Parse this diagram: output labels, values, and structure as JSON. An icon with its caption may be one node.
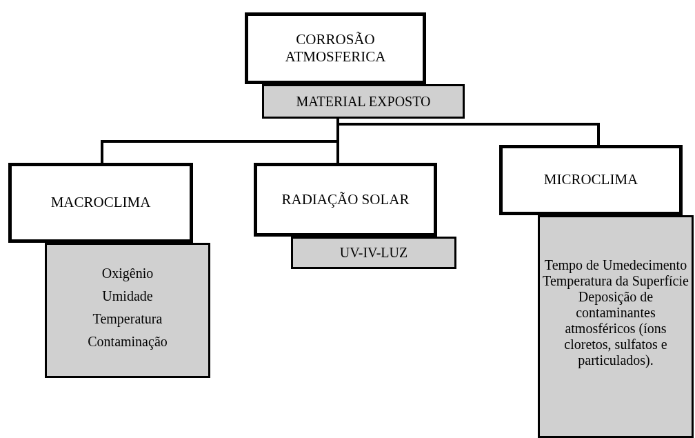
{
  "diagram": {
    "nodes": [
      {
        "text": [
          "CORROSÃO ATMOSFERICA"
        ]
      },
      {
        "text": [
          "MATERIAL EXPOSTO"
        ]
      },
      {
        "text": [
          "MACROCLIMA"
        ]
      },
      {
        "text": [
          "Oxigênio",
          "Umidade",
          "Temperatura",
          "Contaminação"
        ]
      },
      {
        "text": [
          "RADIAÇÃO SOLAR"
        ]
      },
      {
        "text": [
          "UV-IV-LUZ"
        ]
      },
      {
        "text": [
          "MICROCLIMA"
        ]
      },
      {
        "text": [
          "Tempo de Umedecimento Temperatura da Superfície Deposição de contaminantes atmosféricos (íons cloretos, sulfatos e particulados)."
        ]
      }
    ],
    "edges": [
      {
        "from": 1,
        "to": 2,
        "arrow": "none"
      },
      {
        "from": 1,
        "to": 4,
        "arrow": "none"
      },
      {
        "from": 1,
        "to": 6,
        "arrow": "none"
      }
    ]
  }
}
